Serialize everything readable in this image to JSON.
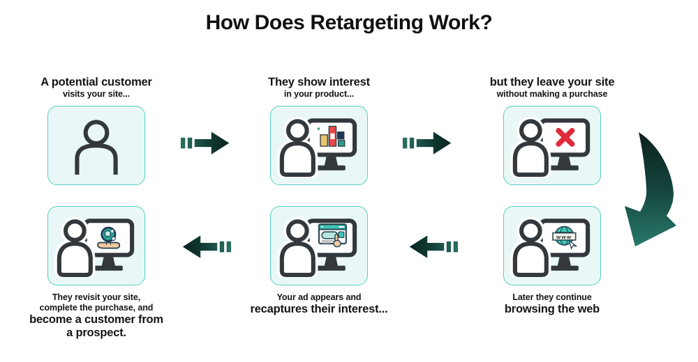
{
  "title": "How Does Retargeting Work?",
  "steps": [
    {
      "icon": "person-icon",
      "lines": [
        {
          "text": "A potential customer"
        },
        {
          "text": "visits your site..."
        }
      ]
    },
    {
      "icon": "person-computer-products-icon",
      "lines": [
        {
          "text": "They show interest"
        },
        {
          "text": "in your product..."
        }
      ]
    },
    {
      "icon": "person-computer-error-icon",
      "lines": [
        {
          "text": "but they leave your site"
        },
        {
          "text": "without making a purchase"
        }
      ]
    },
    {
      "icon": "person-computer-globe-icon",
      "screen_label": "www",
      "lines": [
        {
          "text": "Later they continue"
        },
        {
          "text": "browsing the web"
        }
      ]
    },
    {
      "icon": "person-computer-ad-icon",
      "lines": [
        {
          "text": "Your ad appears and"
        },
        {
          "text": "recaptures their interest..."
        }
      ]
    },
    {
      "icon": "person-computer-purchase-icon",
      "lines": [
        {
          "text": "They revisit your site,"
        },
        {
          "text": "complete the purchase, and"
        },
        {
          "text": "become a customer from"
        },
        {
          "text": "a prospect."
        }
      ]
    }
  ],
  "colors": {
    "box_background": "#e9f8f6",
    "box_border": "#55cfc4",
    "icon_stroke": "#33383c",
    "arrow_light": "#2a7264",
    "arrow_dark": "#071f1b",
    "error_red": "#e02b3d",
    "globe_teal": "#3ec6b4",
    "text": "#141414"
  }
}
